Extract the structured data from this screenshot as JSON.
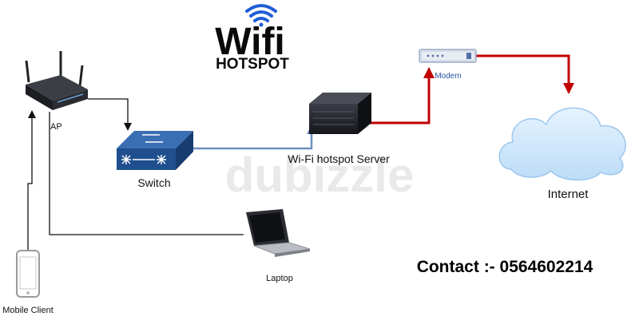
{
  "logo": {
    "title": "Wifi",
    "subtitle": "HOTSPOT"
  },
  "watermark": "dubizzle",
  "nodes": {
    "ap": "AP",
    "switch": "Switch",
    "server": "Wi-Fi hotspot Server",
    "modem": "Modem",
    "internet": "Internet",
    "laptop": "Laptop",
    "mobile": "Mobile Client"
  },
  "contact": "Contact :- 0564602214",
  "colors": {
    "wifi_arcs": "#1f5fd6",
    "link_black": "#111111",
    "link_blue": "#6e8fbf",
    "link_red": "#c00000",
    "switch_blue": "#1f4f8f",
    "cloud": "#cfe6fb",
    "modem_label": "#2a56a0"
  }
}
